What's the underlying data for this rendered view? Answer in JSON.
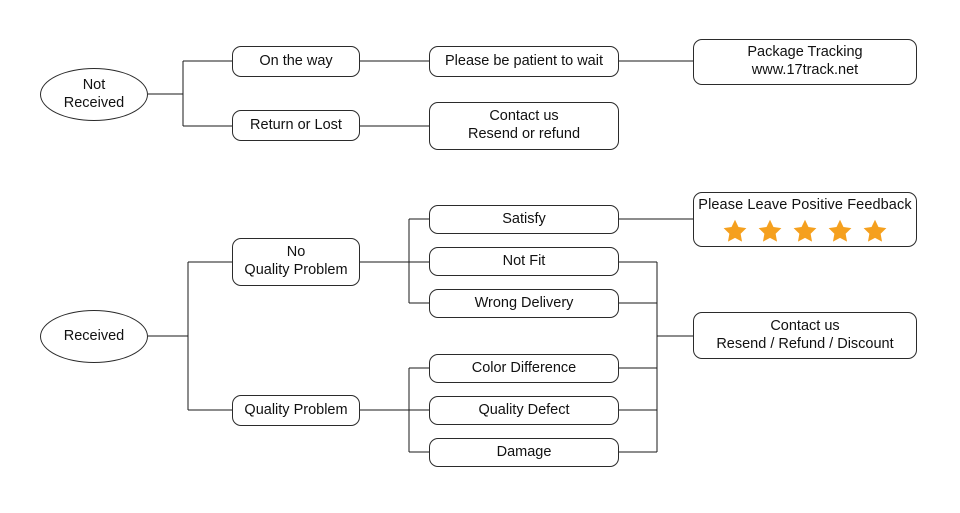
{
  "diagram": {
    "title": "Order Status Customer Service Flowchart",
    "type": "flowchart",
    "colors": {
      "background": "#ffffff",
      "node_border": "#2b2b2b",
      "node_fill": "#ffffff",
      "connector": "#1a1a1a",
      "star": "#f5a01e",
      "text": "#111111"
    },
    "branches": [
      {
        "id": "not-received",
        "root": "Not\nReceived",
        "stages": [
          [
            "On the way",
            "Return or Lost"
          ],
          [
            "Please be patient to wait",
            "Contact us\nResend or refund"
          ],
          [
            "Package Tracking\nwww.17track.net"
          ]
        ]
      },
      {
        "id": "received",
        "root": "Received",
        "stages": [
          [
            "No\nQuality Problem",
            "Quality Problem"
          ],
          [
            "Satisfy",
            "Not Fit",
            "Wrong Delivery",
            "Color Difference",
            "Quality Defect",
            "Damage"
          ],
          [
            "Please Leave Positive Feedback",
            "Contact us\nResend / Refund / Discount"
          ]
        ]
      }
    ]
  },
  "nodes": {
    "not_received": "Not\nReceived",
    "on_the_way": "On the way",
    "return_or_lost": "Return or Lost",
    "be_patient": "Please be patient to wait",
    "contact_resend_refund": "Contact us\nResend or refund",
    "package_tracking": "Package Tracking\nwww.17track.net",
    "received": "Received",
    "no_quality_problem": "No\nQuality Problem",
    "quality_problem": "Quality Problem",
    "satisfy": "Satisfy",
    "not_fit": "Not Fit",
    "wrong_delivery": "Wrong Delivery",
    "color_difference": "Color Difference",
    "quality_defect": "Quality Defect",
    "damage": "Damage",
    "feedback_title": "Please Leave Positive Feedback",
    "contact_resend_refund_discount": "Contact us\nResend / Refund / Discount"
  },
  "feedback": {
    "title": "Please Leave Positive Feedback",
    "star_count": 5,
    "star_color": "#f5a01e",
    "stars_filled": 5
  }
}
